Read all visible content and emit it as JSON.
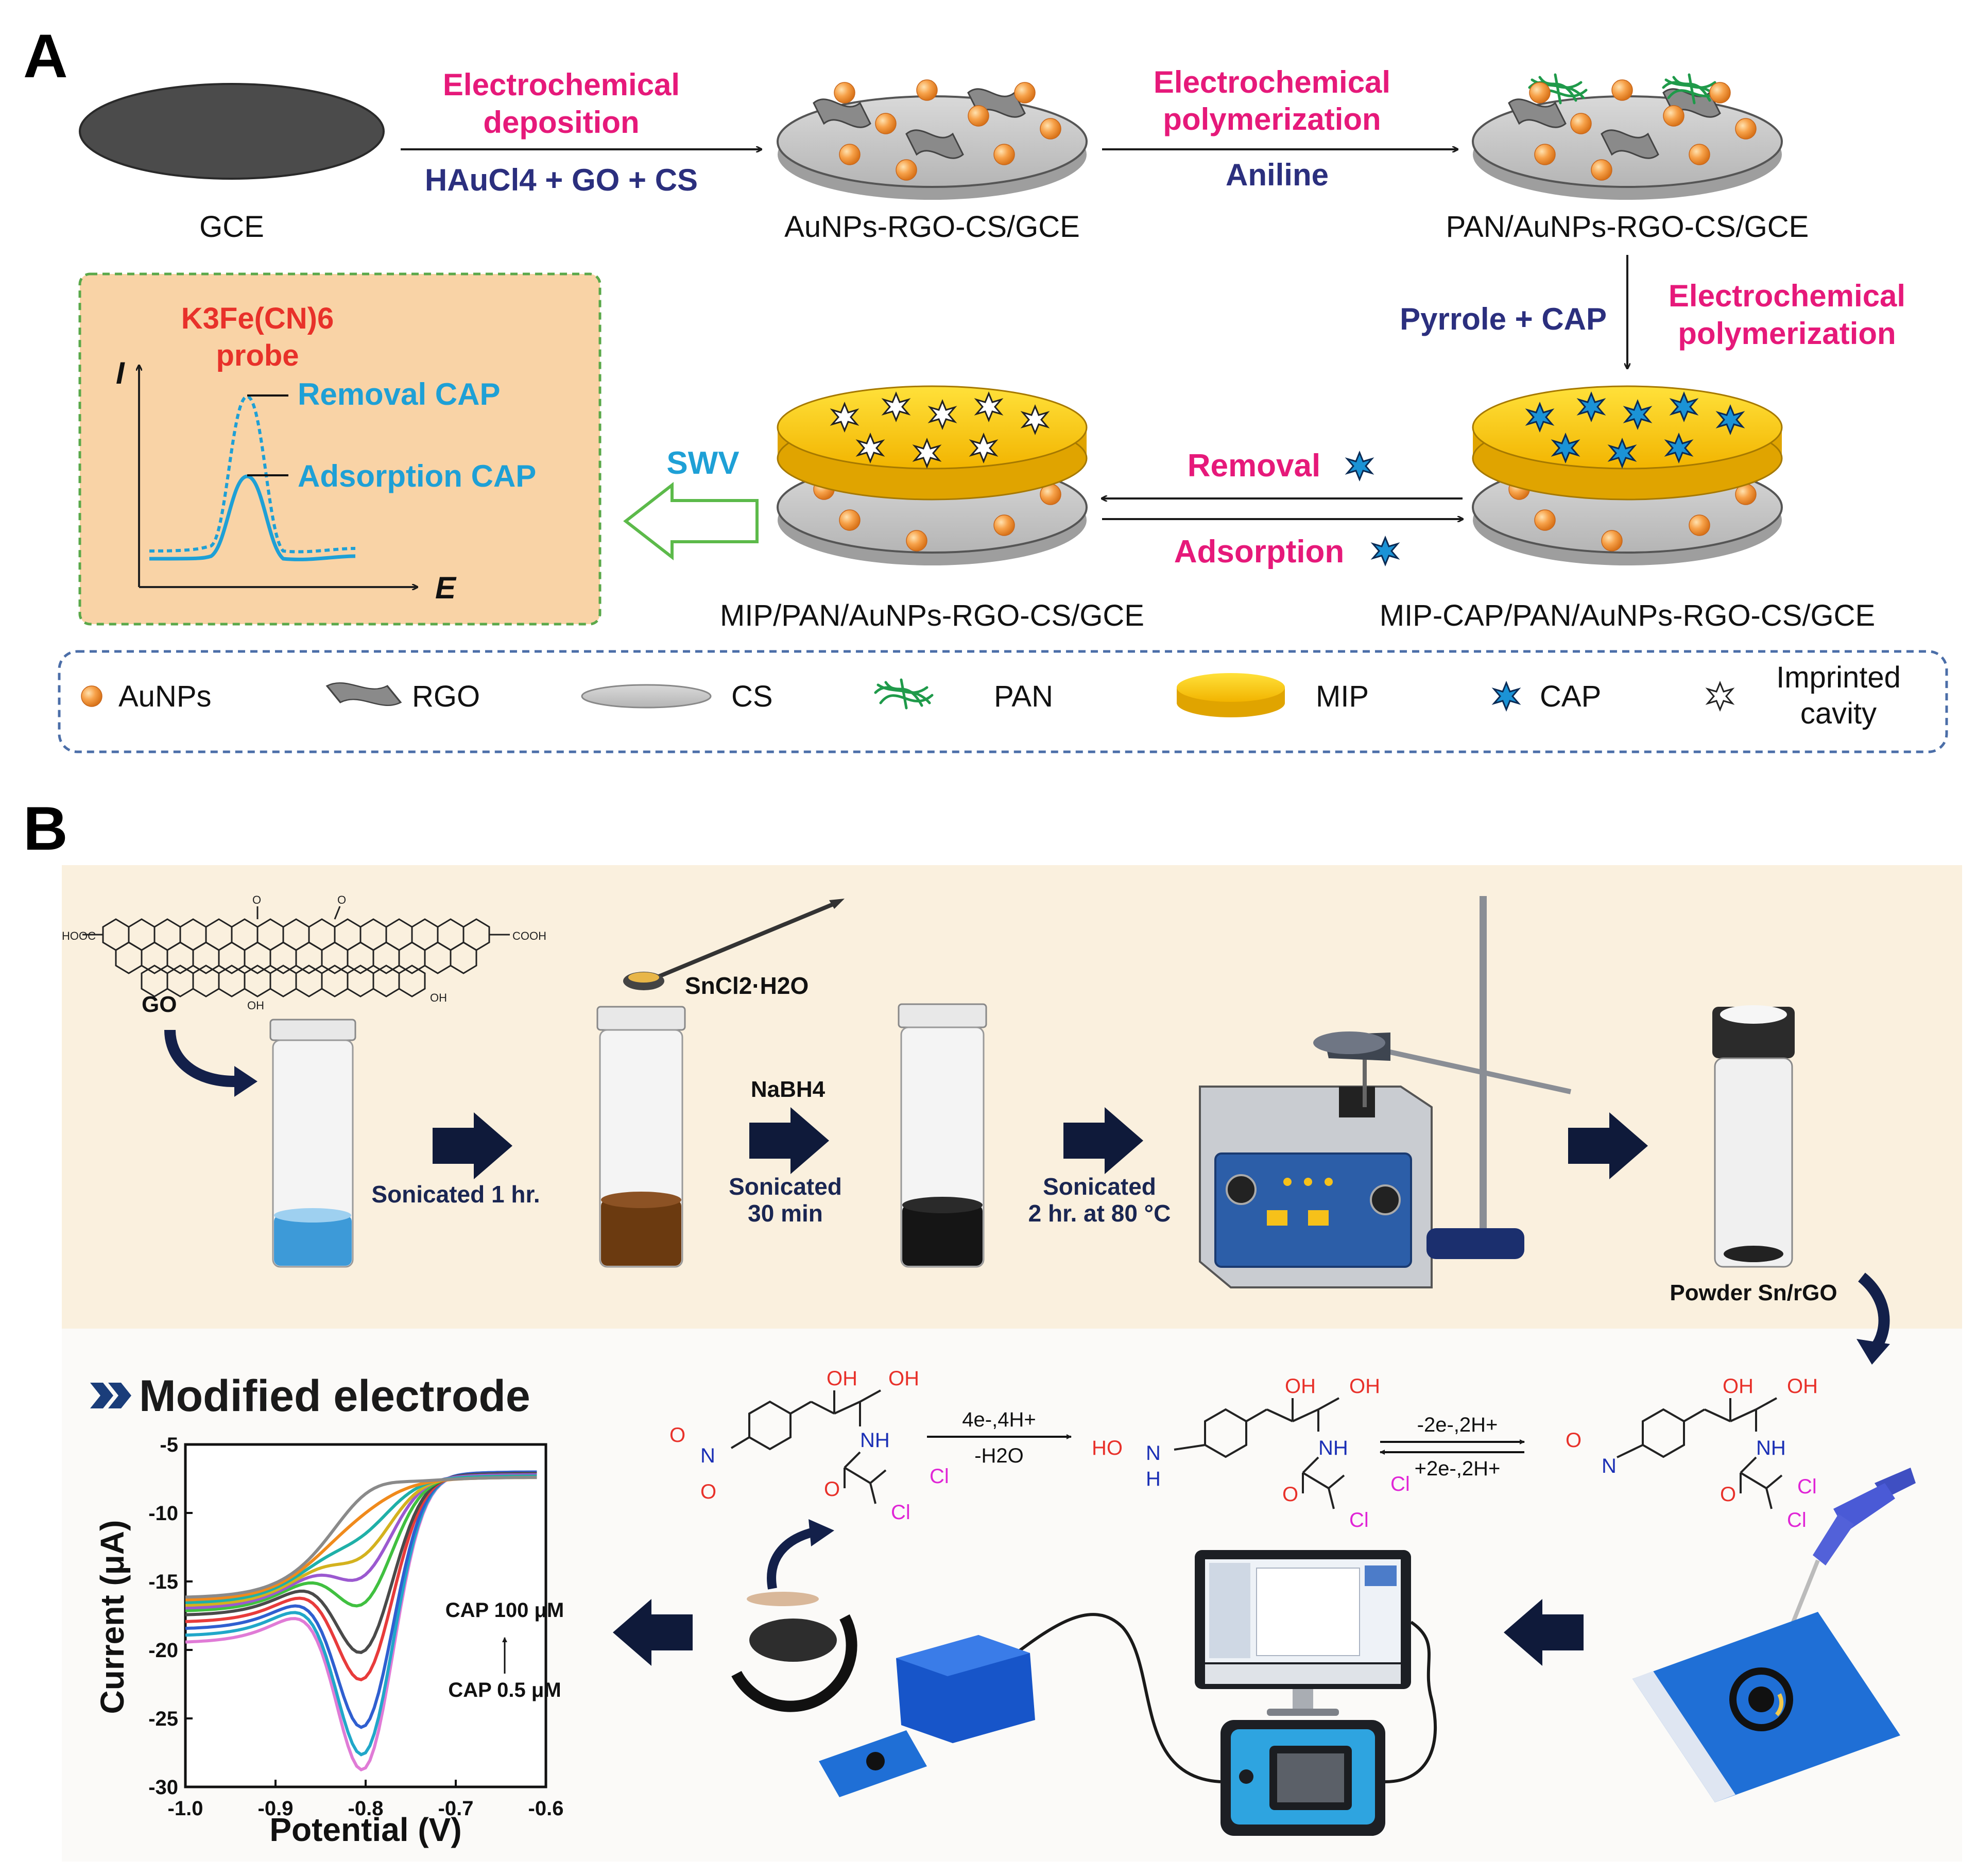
{
  "panel_a": {
    "letter": "A",
    "gce_label": "GCE",
    "step1": {
      "line1": "Electrochemical",
      "line2": "deposition",
      "reagents": "HAuCl4 + GO + CS"
    },
    "node1_label": "AuNPs-RGO-CS/GCE",
    "step2": {
      "line1": "Electrochemical",
      "line2": "polymerization",
      "reagents": "Aniline"
    },
    "node2_label": "PAN/AuNPs-RGO-CS/GCE",
    "step3": {
      "reagents": "Pyrrole + CAP",
      "line1": "Electrochemical",
      "line2": "polymerization"
    },
    "node3_label": "MIP-CAP/PAN/AuNPs-RGO-CS/GCE",
    "removal_label": "Removal",
    "adsorption_label": "Adsorption",
    "node4_label": "MIP/PAN/AuNPs-RGO-CS/GCE",
    "swv_label": "SWV",
    "probe": {
      "line1": "K3Fe(CN)6",
      "line2": "probe"
    },
    "axis_i": "I",
    "axis_e": "E",
    "curve_removal": "Removal CAP",
    "curve_adsorption": "Adsorption CAP",
    "legend": {
      "aunps": "AuNPs",
      "rgo": "RGO",
      "cs": "CS",
      "pan": "PAN",
      "mip": "MIP",
      "cap": "CAP",
      "cavity_line1": "Imprinted",
      "cavity_line2": "cavity"
    },
    "colors": {
      "magenta": "#e6197a",
      "navy": "#2b2f7e",
      "cyan": "#1ea0d6",
      "red": "#e8312a",
      "probe_box": "#f9d3a6",
      "mip_yellow": "#f9d51a"
    }
  },
  "panel_b": {
    "letter": "B",
    "go_label": "GO",
    "go_groups": {
      "hooc": "HOOC",
      "cooh": "COOH",
      "oh": "OH",
      "o": "O"
    },
    "sncl_label": "SnCl2·H2O",
    "step1": "Sonicated 1 hr.",
    "nabh4": "NaBH4",
    "step2_line1": "Sonicated",
    "step2_line2": "30 min",
    "step3_line1": "Sonicated",
    "step3_line2": "2 hr. at 80 °C",
    "powder_label": "Powder Sn/rGO",
    "modified_title": "Modified electrode",
    "reaction1_top": "4e-,4H+",
    "reaction1_bottom": "-H2O",
    "reaction2_top": "-2e-,2H+",
    "reaction2_bottom": "+2e-,2H+",
    "chem": {
      "oh": "OH",
      "nh": "NH",
      "cl": "Cl",
      "o": "O",
      "n": "N",
      "h": "H",
      "ho": "HO"
    }
  },
  "chart_data": {
    "type": "line",
    "xlabel": "Potential (V)",
    "ylabel": "Current (μA)",
    "xlim": [
      -1.0,
      -0.6
    ],
    "ylim": [
      -30,
      -5
    ],
    "xticks": [
      "-1.0",
      "-0.9",
      "-0.8",
      "-0.7",
      "-0.6"
    ],
    "yticks": [
      "-5",
      "-10",
      "-15",
      "-20",
      "-25",
      "-30"
    ],
    "annotation_top": "CAP 100 μM",
    "annotation_bottom": "CAP 0.5 μM",
    "peak_potential": -0.8,
    "series": [
      {
        "color": "#e07bd6",
        "baseline_start": -19.5,
        "peak": -28.6,
        "baseline_end": -7.0
      },
      {
        "color": "#21a7c9",
        "baseline_start": -19.0,
        "peak": -27.5,
        "baseline_end": -7.0
      },
      {
        "color": "#2f5fd0",
        "baseline_start": -18.5,
        "peak": -25.5,
        "baseline_end": -7.0
      },
      {
        "color": "#e83b3b",
        "baseline_start": -18.0,
        "peak": -22.0,
        "baseline_end": -7.1
      },
      {
        "color": "#4a4a4a",
        "baseline_start": -17.5,
        "peak": -20.0,
        "baseline_end": -7.1
      },
      {
        "color": "#40c040",
        "baseline_start": -17.2,
        "peak": -16.5,
        "baseline_end": -7.2
      },
      {
        "color": "#9b59d0",
        "baseline_start": -17.0,
        "peak": -14.5,
        "baseline_end": -7.2
      },
      {
        "color": "#d4b21e",
        "baseline_start": -16.8,
        "peak": -13.0,
        "baseline_end": -7.3
      },
      {
        "color": "#1fb0a8",
        "baseline_start": -16.6,
        "peak": -11.5,
        "baseline_end": -7.3
      },
      {
        "color": "#f08a1c",
        "baseline_start": -16.4,
        "peak": -10.0,
        "baseline_end": -7.4
      },
      {
        "color": "#8a8a8a",
        "baseline_start": -16.2,
        "peak": -8.6,
        "baseline_end": -7.4
      }
    ]
  }
}
